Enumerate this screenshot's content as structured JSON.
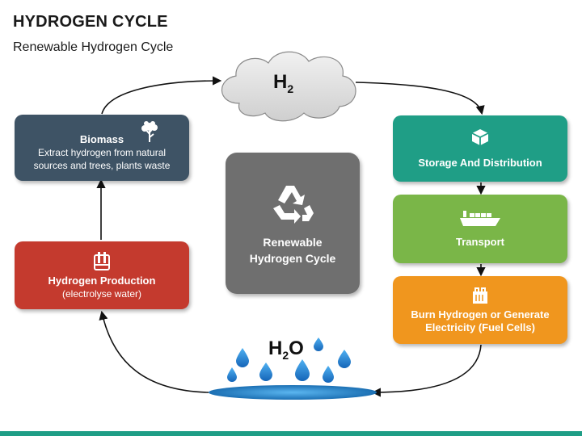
{
  "header": {
    "title": "HYDROGEN CYCLE",
    "subtitle": "Renewable Hydrogen Cycle"
  },
  "cloud": {
    "formula_main": "H",
    "formula_sub": "2"
  },
  "water": {
    "formula_main": "H",
    "formula_sub": "2",
    "formula_tail": "O"
  },
  "center": {
    "line1": "Renewable",
    "line2": "Hydrogen Cycle",
    "icon": "recycle-icon"
  },
  "nodes": {
    "biomass": {
      "label": "Biomass",
      "desc1": "Extract hydrogen from natural",
      "desc2": "sources and trees, plants waste",
      "icon": "tree-icon",
      "color": "#3e5365"
    },
    "hydrogen_production": {
      "label": "Hydrogen Production",
      "desc": "(electrolyse water)",
      "icon": "electrolyzer-icon",
      "color": "#c43a2e"
    },
    "storage": {
      "label": "Storage And Distribution",
      "icon": "box-icon",
      "color": "#1f9e86"
    },
    "transport": {
      "label": "Transport",
      "icon": "ship-icon",
      "color": "#7ab648"
    },
    "burn": {
      "label1": "Burn Hydrogen or Generate",
      "label2": "Electricity (Fuel Cells)",
      "icon": "fuel-cell-icon",
      "color": "#f0961e"
    }
  }
}
